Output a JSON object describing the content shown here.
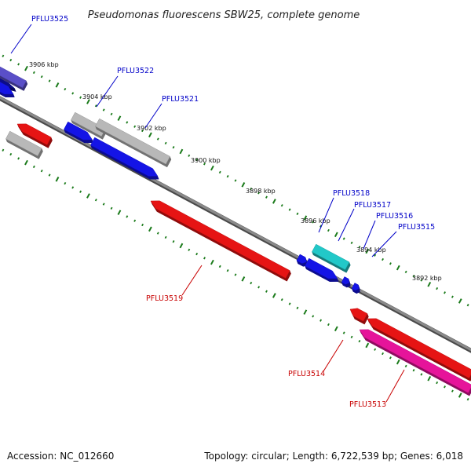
{
  "title": "Pseudomonas fluorescens SBW25, complete genome",
  "footer": {
    "accession_label": "Accession:",
    "accession": "NC_012660",
    "topology_label": "Topology:",
    "topology": "circular",
    "length_label": "Length:",
    "length": "6,722,539 bp",
    "genes_label": "Genes:",
    "genes": "6,018"
  },
  "ticks": [
    "3906 kbp",
    "3904 kbp",
    "3902 kbp",
    "3900 kbp",
    "3898 kbp",
    "3896 kbp",
    "3894 kbp",
    "3892 kbp"
  ],
  "gene_labels": [
    "PFLU3525",
    "PFLU3522",
    "PFLU3521",
    "PFLU3518",
    "PFLU3517",
    "PFLU3516",
    "PFLU3515",
    "PFLU3519",
    "PFLU3514",
    "PFLU3513"
  ],
  "colors": {
    "backbone": "#7a7a7a",
    "forward_cds": "#1414e6",
    "reverse_cds": "#e61414",
    "gray_feature": "#b8b8b8",
    "cyan_feature": "#22c8c8",
    "magenta_feature": "#e6149a",
    "purple_feature": "#5a4fc8",
    "label_blue": "#0000c8",
    "label_red": "#c80000",
    "tick_green": "#1a7a1a"
  }
}
